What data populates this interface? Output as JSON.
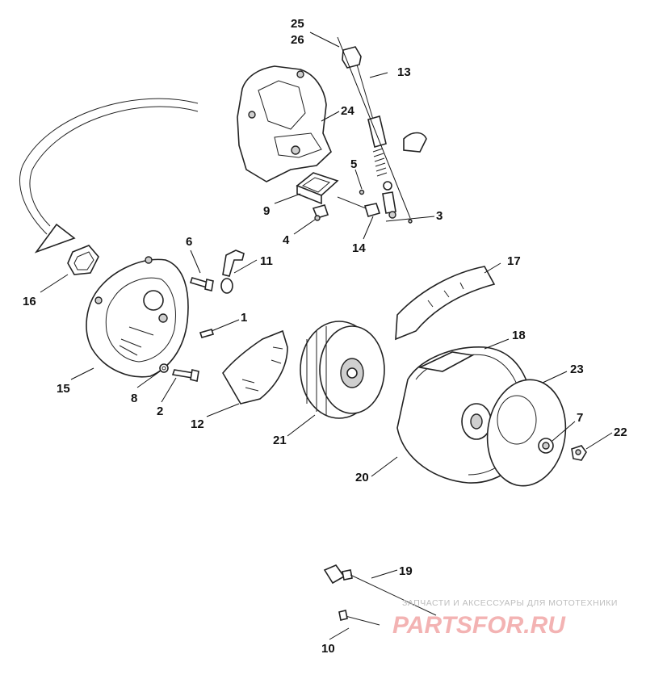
{
  "callouts": {
    "c1": "1",
    "c2": "2",
    "c3": "3",
    "c4": "4",
    "c5": "5",
    "c6": "6",
    "c7": "7",
    "c8": "8",
    "c9": "9",
    "c10": "10",
    "c11": "11",
    "c12": "12",
    "c13": "13",
    "c14": "14",
    "c15": "15",
    "c16": "16",
    "c17": "17",
    "c18": "18",
    "c19": "19",
    "c20": "20",
    "c21": "21",
    "c22": "22",
    "c23": "23",
    "c24": "24",
    "c25": "25",
    "c26": "26"
  },
  "watermark": {
    "caption": "ЗАПЧАСТИ И АКСЕССУАРЫ ДЛЯ МОТОТЕХНИКИ",
    "logo": "PARTSFOR.RU"
  },
  "colors": {
    "line": "#222222",
    "watermark_logo": "#f3b3b3",
    "watermark_caption": "#bdbdbd"
  }
}
